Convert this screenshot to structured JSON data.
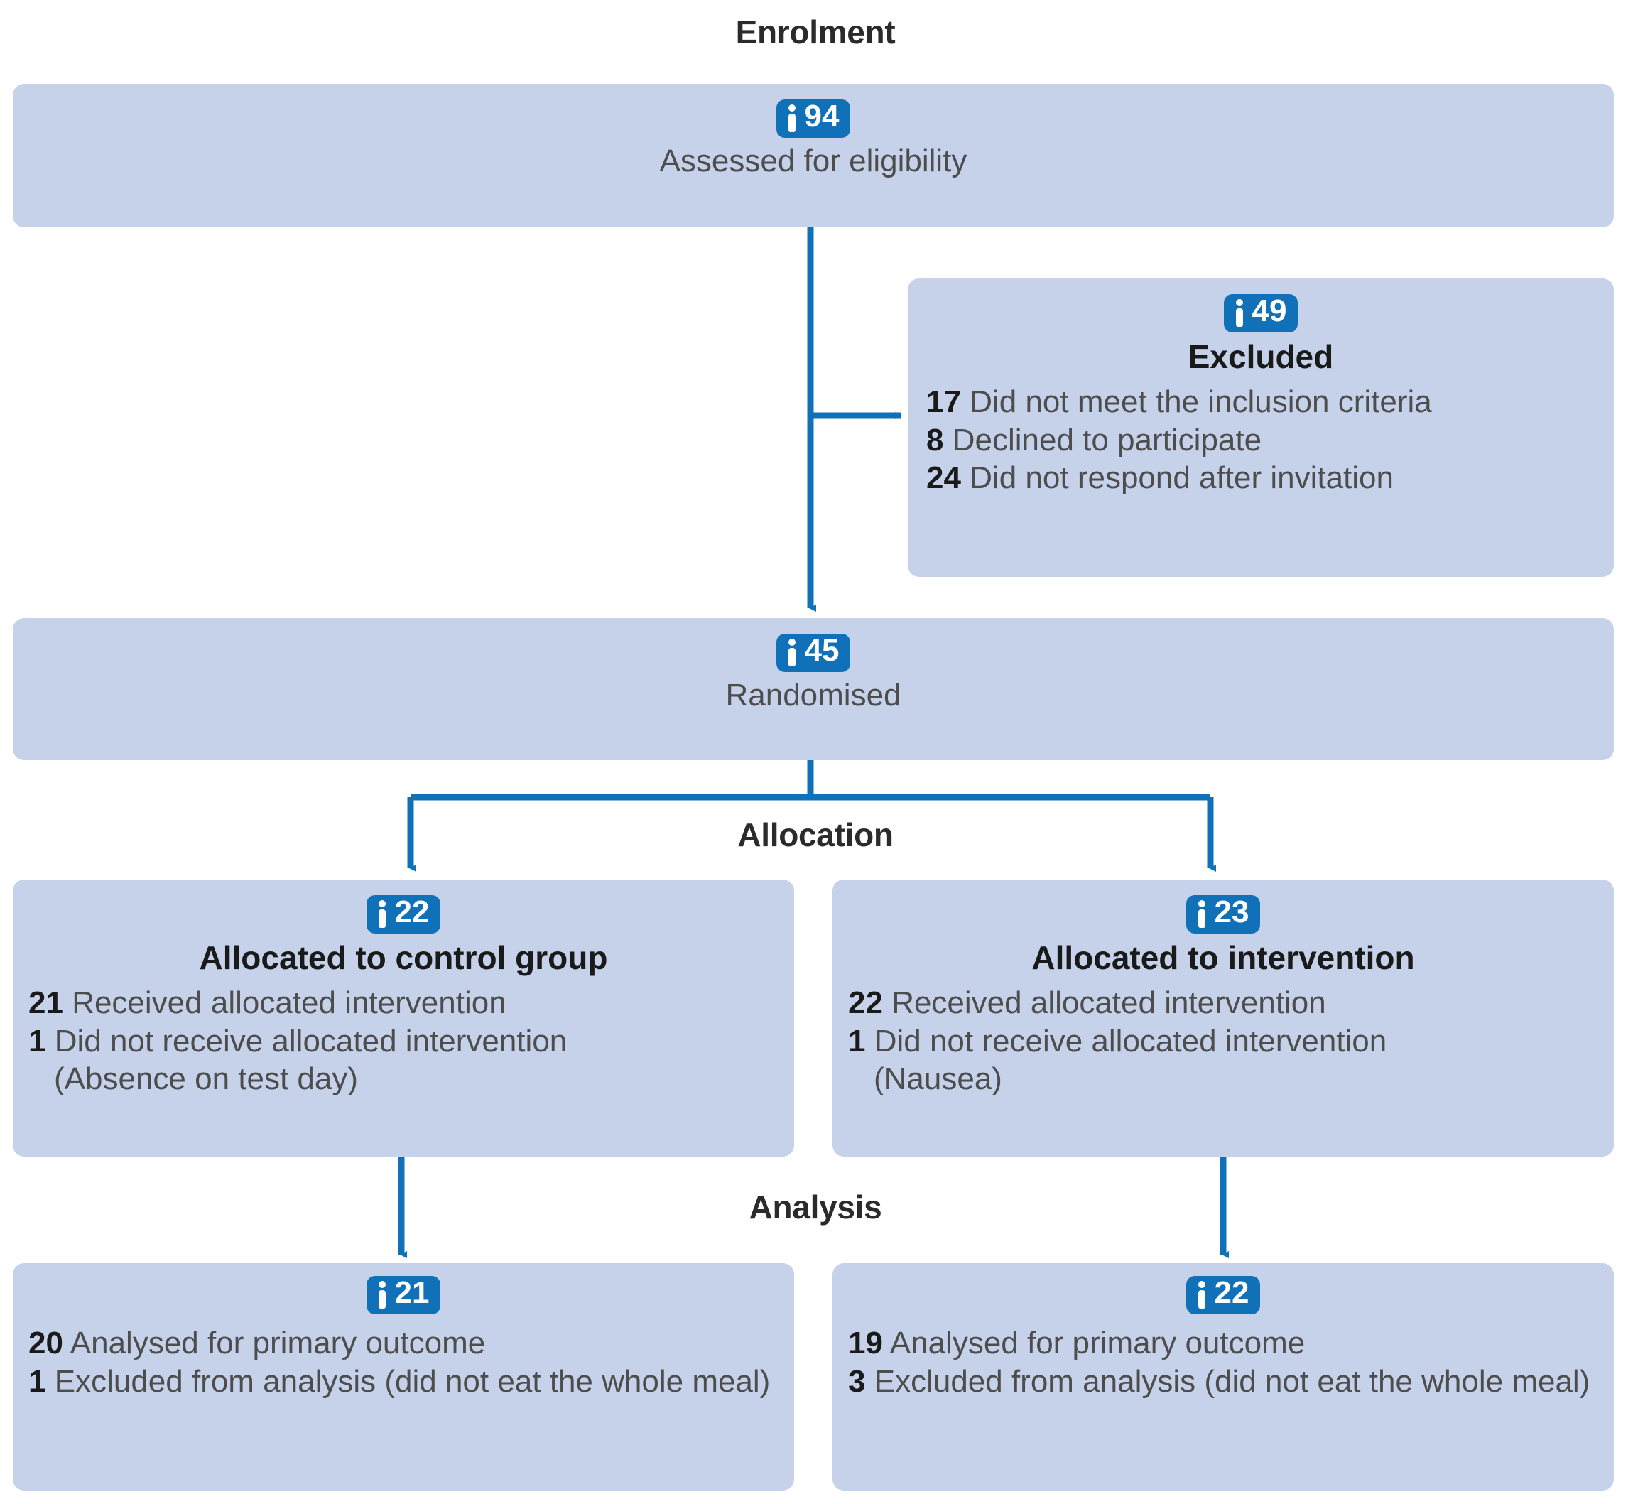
{
  "diagram": {
    "type": "CONSORT participant flow diagram",
    "accent_color": "#1071b8",
    "box_fill_color": "#c6d2ea",
    "page_background": "#ffffff",
    "text_color": "#4d4d4d",
    "heading_color": "#1a1a1a"
  },
  "stages": {
    "enrolment": "Enrolment",
    "allocation": "Allocation",
    "analysis": "Analysis"
  },
  "icons": {
    "person": "person-icon"
  },
  "boxes": {
    "assessed": {
      "count": "94",
      "caption": "Assessed for eligibility"
    },
    "excluded": {
      "count": "49",
      "title": "Excluded",
      "lines": [
        {
          "num": "17",
          "text": "Did not meet the inclusion criteria"
        },
        {
          "num": "8",
          "text": "Declined to participate"
        },
        {
          "num": "24",
          "text": "Did not respond after invitation"
        }
      ]
    },
    "randomised": {
      "count": "45",
      "caption": "Randomised"
    },
    "allocated_control": {
      "count": "22",
      "title": "Allocated to control group",
      "lines": [
        {
          "num": "21",
          "text": "Received allocated intervention"
        },
        {
          "num": "1",
          "text": "Did not receive allocated intervention"
        }
      ],
      "note": "(Absence on test day)"
    },
    "allocated_intervention": {
      "count": "23",
      "title": "Allocated to intervention",
      "lines": [
        {
          "num": "22",
          "text": "Received allocated intervention"
        },
        {
          "num": "1",
          "text": "Did not receive allocated intervention"
        }
      ],
      "note": "(Nausea)"
    },
    "analysed_control": {
      "count": "21",
      "lines": [
        {
          "num": "20",
          "text": "Analysed for primary outcome"
        },
        {
          "num": "1",
          "text": "Excluded from analysis (did not eat the whole meal)"
        }
      ]
    },
    "analysed_intervention": {
      "count": "22",
      "lines": [
        {
          "num": "19",
          "text": "Analysed for primary outcome"
        },
        {
          "num": "3",
          "text": "Excluded from analysis (did not eat the whole meal)"
        }
      ]
    }
  }
}
